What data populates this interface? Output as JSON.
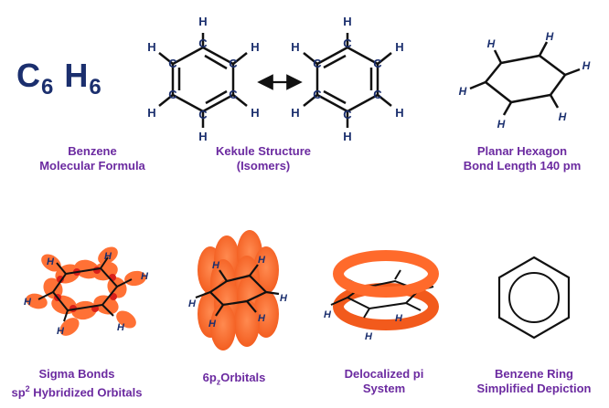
{
  "colors": {
    "caption": "#6b2aa0",
    "bond": "#111111",
    "atom": "#1b2f6e",
    "orbital": "#ff6a2b",
    "formula": "#1b2f6e"
  },
  "formula": {
    "c": "C",
    "c_sub": "6",
    "h": "H",
    "h_sub": "6"
  },
  "atoms": {
    "carbon": "C",
    "hydrogen": "H"
  },
  "captions": {
    "benzene_formula": [
      "Benzene",
      "Molecular Formula"
    ],
    "kekule": [
      "Kekule Structure",
      "(Isomers)"
    ],
    "planar": [
      "Planar Hexagon",
      "Bond Length 140 pm"
    ],
    "sigma": {
      "line1": "Sigma Bonds",
      "line2_pre": "sp",
      "line2_sup": "2",
      "line2_post": " Hybridized Orbitals"
    },
    "p_orbitals": {
      "pre": "6p",
      "sub": "z",
      "post": "Orbitals"
    },
    "delocalized": [
      "Delocalized pi",
      "System"
    ],
    "ring": [
      "Benzene Ring",
      "Simplified Depiction"
    ]
  },
  "icons": {
    "resonance_arrow": "double-headed-arrow-icon"
  }
}
